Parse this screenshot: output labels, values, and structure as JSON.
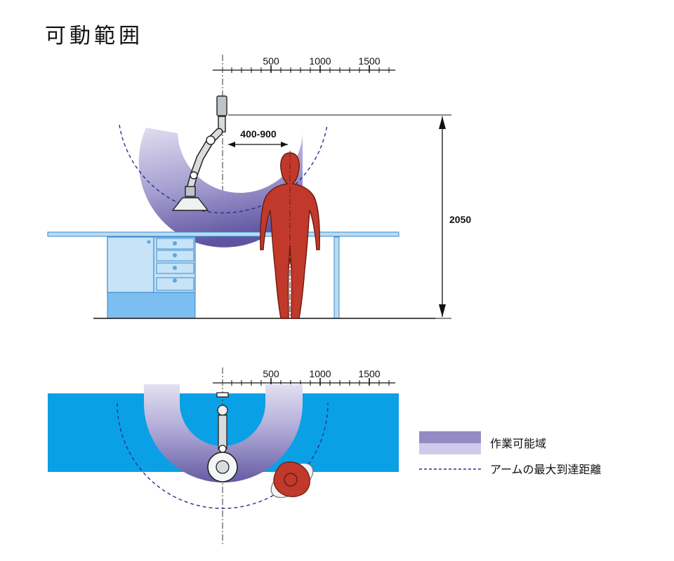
{
  "title": "可動範囲",
  "scale": {
    "ticks": [
      "500",
      "1000",
      "1500"
    ]
  },
  "dimensions": {
    "reach": "400-900",
    "height": "2050"
  },
  "legend": {
    "work_area": "作業可能域",
    "max_reach": "アームの最大到達距離"
  },
  "colors": {
    "work_area_dark": "#6a5fa6",
    "work_area_light": "#d8d4ec",
    "dashed_line": "#2b2f8f",
    "desk_frame": "#3a88c8",
    "desk_fill": "#c6e3f7",
    "desk_base": "#7dbef0",
    "top_table": "#0aa0e6",
    "person": "#c0392b"
  }
}
